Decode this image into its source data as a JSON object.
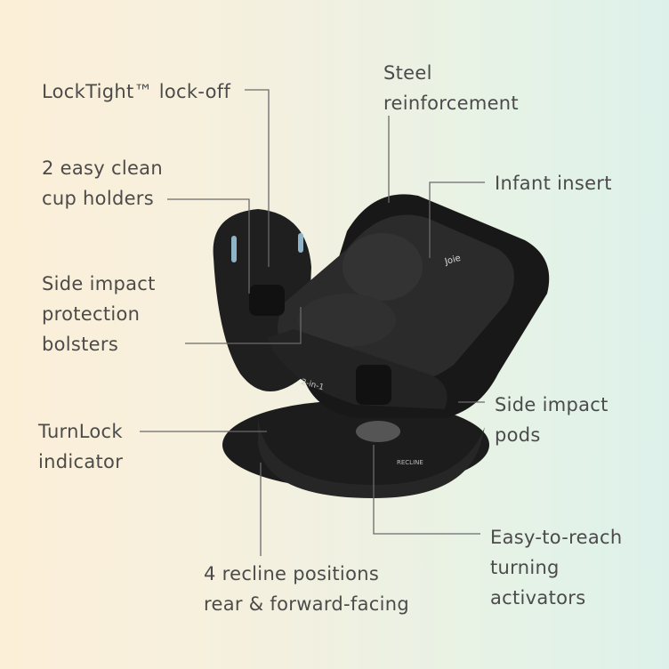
{
  "callouts": {
    "locktight": "LockTight™ lock-off",
    "cup_holders": [
      "2 easy clean",
      "cup holders"
    ],
    "bolsters": [
      "Side impact",
      "protection",
      "bolsters"
    ],
    "turnlock": [
      "TurnLock",
      "indicator"
    ],
    "recline": [
      "4 recline positions",
      "rear & forward-facing"
    ],
    "steel": [
      "Steel",
      "reinforcement"
    ],
    "infant_insert": "Infant insert",
    "pods": [
      "Side impact",
      "pods"
    ],
    "activators": [
      "Easy-to-reach",
      "turning",
      "activators"
    ]
  },
  "product": {
    "logo": "Joie",
    "seat_print": "2-in-1",
    "base_button": "RECLINE"
  }
}
